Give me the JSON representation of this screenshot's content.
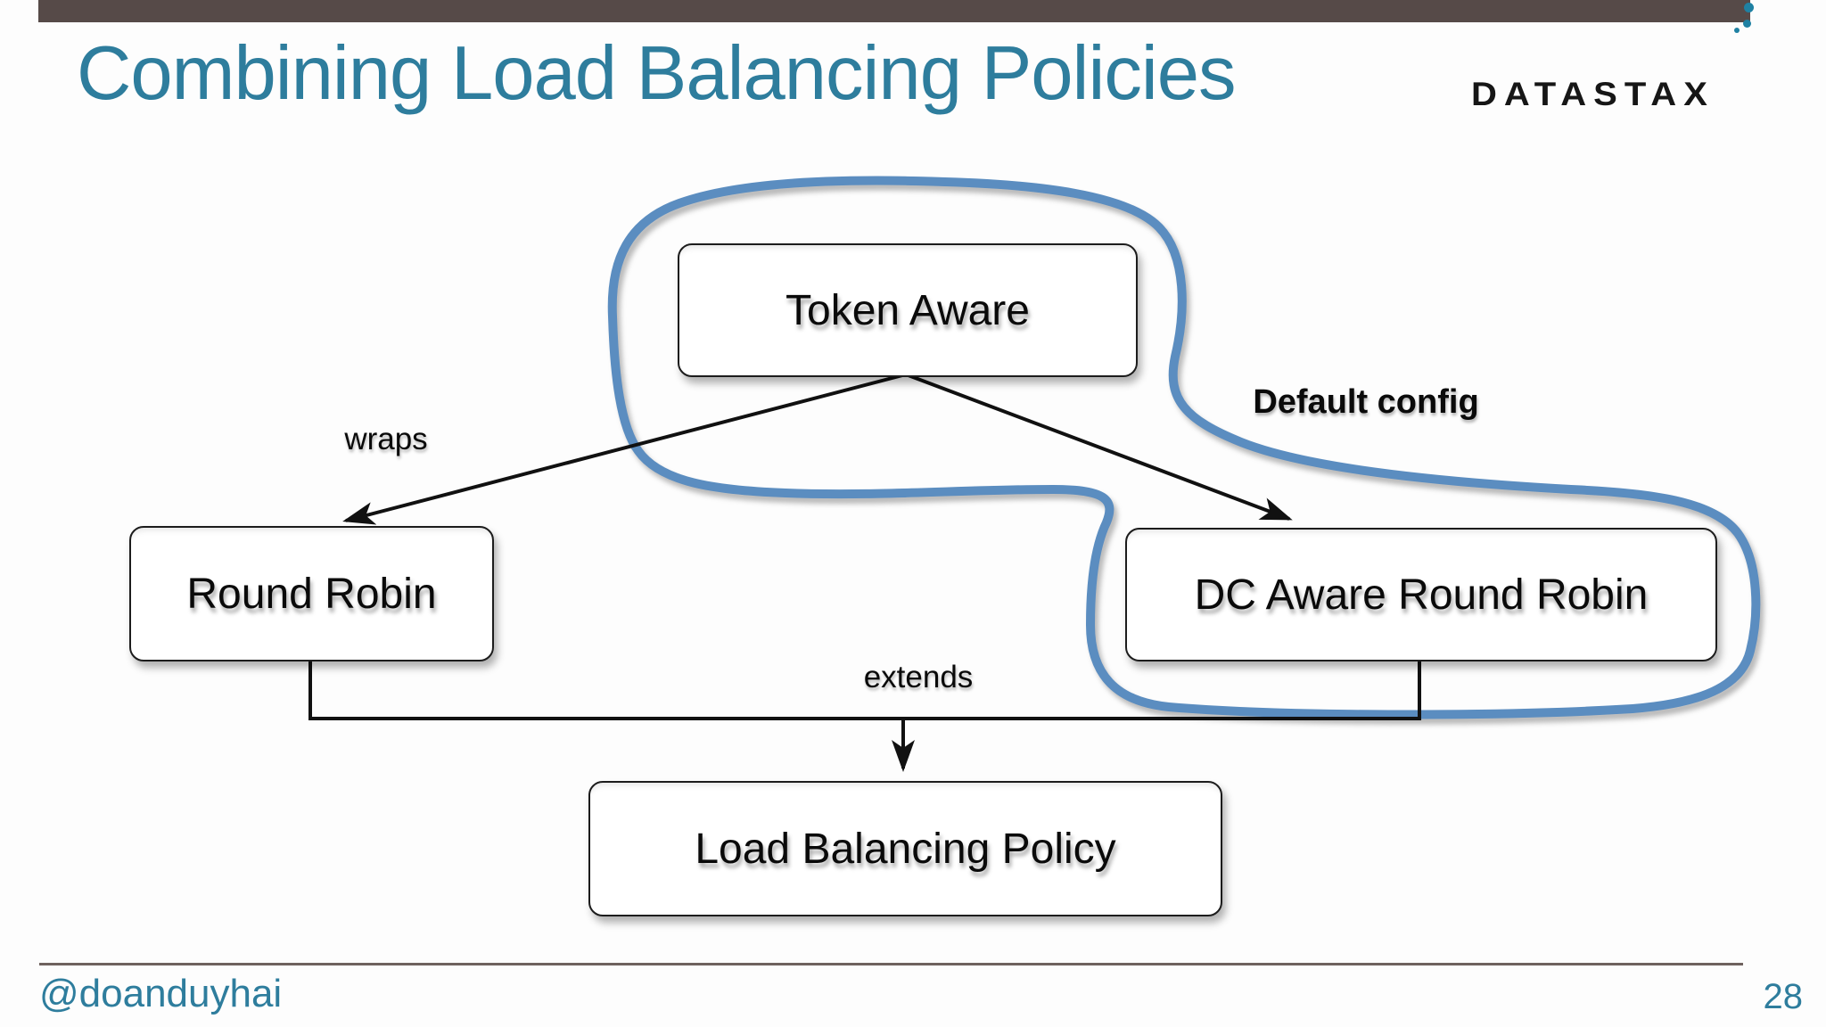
{
  "header": {
    "title": "Combining Load Balancing Policies",
    "logo_text": "DATASTAX"
  },
  "diagram": {
    "nodes": {
      "token_aware": {
        "label": "Token Aware"
      },
      "round_robin": {
        "label": "Round Robin"
      },
      "dc_aware_round_robin": {
        "label": "DC Aware Round Robin"
      },
      "load_balancing_policy": {
        "label": "Load Balancing Policy"
      }
    },
    "edges": [
      {
        "from": "token_aware",
        "to": "round_robin",
        "label": "wraps"
      },
      {
        "from": "token_aware",
        "to": "dc_aware_round_robin",
        "label": ""
      },
      {
        "from": "round_robin",
        "to": "load_balancing_policy",
        "label": "extends"
      },
      {
        "from": "dc_aware_round_robin",
        "to": "load_balancing_policy",
        "label": "extends"
      }
    ],
    "edge_labels": {
      "wraps": "wraps",
      "extends": "extends"
    },
    "annotations": {
      "default_config": "Default config",
      "highlight_loop_encloses": [
        "token_aware",
        "dc_aware_round_robin"
      ]
    },
    "colors": {
      "highlight_loop": "#5b8dc0",
      "accent_teal": "#2e7d9d",
      "top_bar": "#564a48",
      "logo_dot": "#1f81a3",
      "node_border": "#1c1c1c"
    }
  },
  "footer": {
    "handle": "@doanduyhai",
    "page_number": "28"
  }
}
